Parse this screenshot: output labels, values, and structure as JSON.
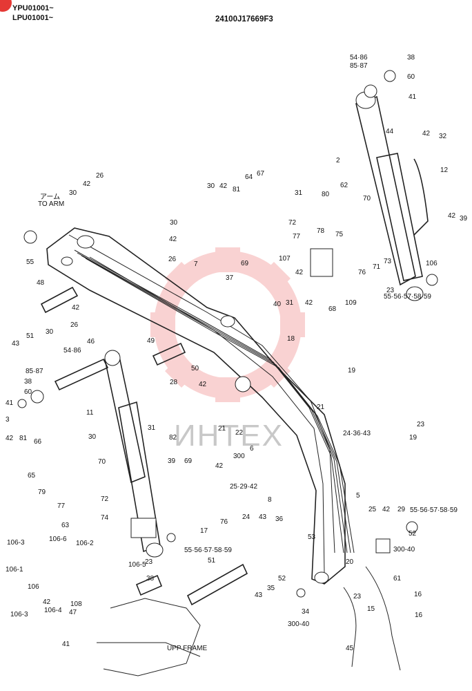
{
  "header": {
    "serial_1": "YPU01001~",
    "serial_2": "LPU01001~",
    "drawing_no": "24100J17669F3"
  },
  "watermark": {
    "text": "ИНТЕХ",
    "color": "#e53935"
  },
  "badge": {
    "color": "#e53935"
  },
  "annotations": {
    "to_arm_jp": "アーム",
    "to_arm": "TO ARM",
    "upp_frame": "UPP FRAME"
  },
  "part_labels": [
    "54·86",
    "85·87",
    "38",
    "60",
    "41",
    "44",
    "42",
    "32",
    "2",
    "12",
    "42",
    "39",
    "67",
    "31",
    "80",
    "62",
    "70",
    "64",
    "30",
    "42",
    "81",
    "72",
    "77",
    "78",
    "75",
    "73",
    "71",
    "106",
    "69",
    "107",
    "42",
    "76",
    "23",
    "55·56·57·58·59",
    "31",
    "42",
    "68",
    "109",
    "26",
    "30",
    "42",
    "55",
    "48",
    "26",
    "30",
    "42",
    "7",
    "37",
    "40",
    "18",
    "49",
    "28",
    "50",
    "42",
    "19",
    "21",
    "21",
    "22",
    "300",
    "6",
    "24·36·43",
    "23",
    "19",
    "25·29·42",
    "5",
    "8",
    "25",
    "42",
    "29",
    "55·56·57·58·59",
    "52",
    "300-40",
    "24",
    "43",
    "36",
    "53",
    "20",
    "61",
    "23",
    "16",
    "16",
    "15",
    "45",
    "51",
    "43",
    "35",
    "52",
    "300-40",
    "34",
    "43",
    "51",
    "30",
    "42",
    "26",
    "46",
    "54·86",
    "85·87",
    "38",
    "60",
    "41",
    "3",
    "11",
    "31",
    "30",
    "42",
    "81",
    "66",
    "65",
    "79",
    "70",
    "82",
    "42",
    "39",
    "69",
    "72",
    "77",
    "63",
    "74",
    "76",
    "17",
    "55·56·57·58·59",
    "23",
    "106-5",
    "106-3",
    "106-6",
    "106-2",
    "106-1",
    "106",
    "106-3",
    "42",
    "106-4",
    "108",
    "47",
    "38",
    "41"
  ]
}
